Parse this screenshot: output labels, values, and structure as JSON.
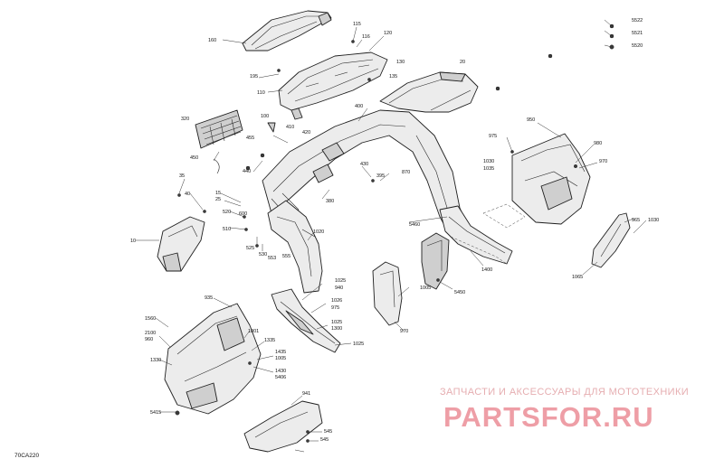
{
  "diagram": {
    "code": "70CA220",
    "watermark": {
      "line1": "ЗАПЧАСТИ И АКСЕССУАРЫ ДЛЯ МОТОТЕХНИКИ",
      "line2": "PARTSFOR.RU"
    },
    "callouts": [
      "160",
      "115",
      "116",
      "120",
      "130",
      "135",
      "195",
      "110",
      "100",
      "20",
      "5522",
      "5521",
      "5520",
      "320",
      "400",
      "950",
      "455",
      "410",
      "420",
      "975",
      "980",
      "1030",
      "1035",
      "970",
      "440",
      "430",
      "395",
      "870",
      "450",
      "380",
      "35",
      "40",
      "15",
      "25",
      "520",
      "510",
      "600",
      "525",
      "530",
      "553",
      "555",
      "10",
      "1020",
      "5460",
      "965",
      "1030",
      "1400",
      "5450",
      "1065",
      "1025",
      "940",
      "935",
      "1005",
      "1026",
      "975",
      "1560",
      "2100",
      "960",
      "1001",
      "1025",
      "1300",
      "970",
      "1335",
      "1435",
      "1005",
      "1025",
      "1330",
      "1430",
      "5406",
      "941",
      "5415",
      "545",
      "545"
    ]
  }
}
